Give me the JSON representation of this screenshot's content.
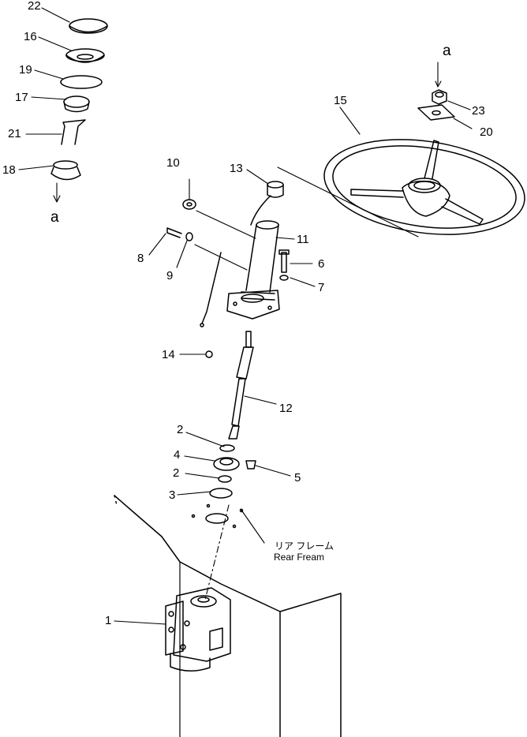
{
  "callouts": {
    "n1": "1",
    "n2a": "2",
    "n2b": "2",
    "n3": "3",
    "n4": "4",
    "n5": "5",
    "n6": "6",
    "n7": "7",
    "n8": "8",
    "n9": "9",
    "n10": "10",
    "n11": "11",
    "n12": "12",
    "n13": "13",
    "n14": "14",
    "n15": "15",
    "n16": "16",
    "n17": "17",
    "n18": "18",
    "n19": "19",
    "n20": "20",
    "n21": "21",
    "n22": "22",
    "n23": "23"
  },
  "refs": {
    "a_top": "a",
    "a_left": "a"
  },
  "rear_frame": {
    "jp": "リア フレーム",
    "en": "Rear Fream"
  },
  "colors": {
    "ink": "#000000",
    "paper": "#ffffff"
  }
}
